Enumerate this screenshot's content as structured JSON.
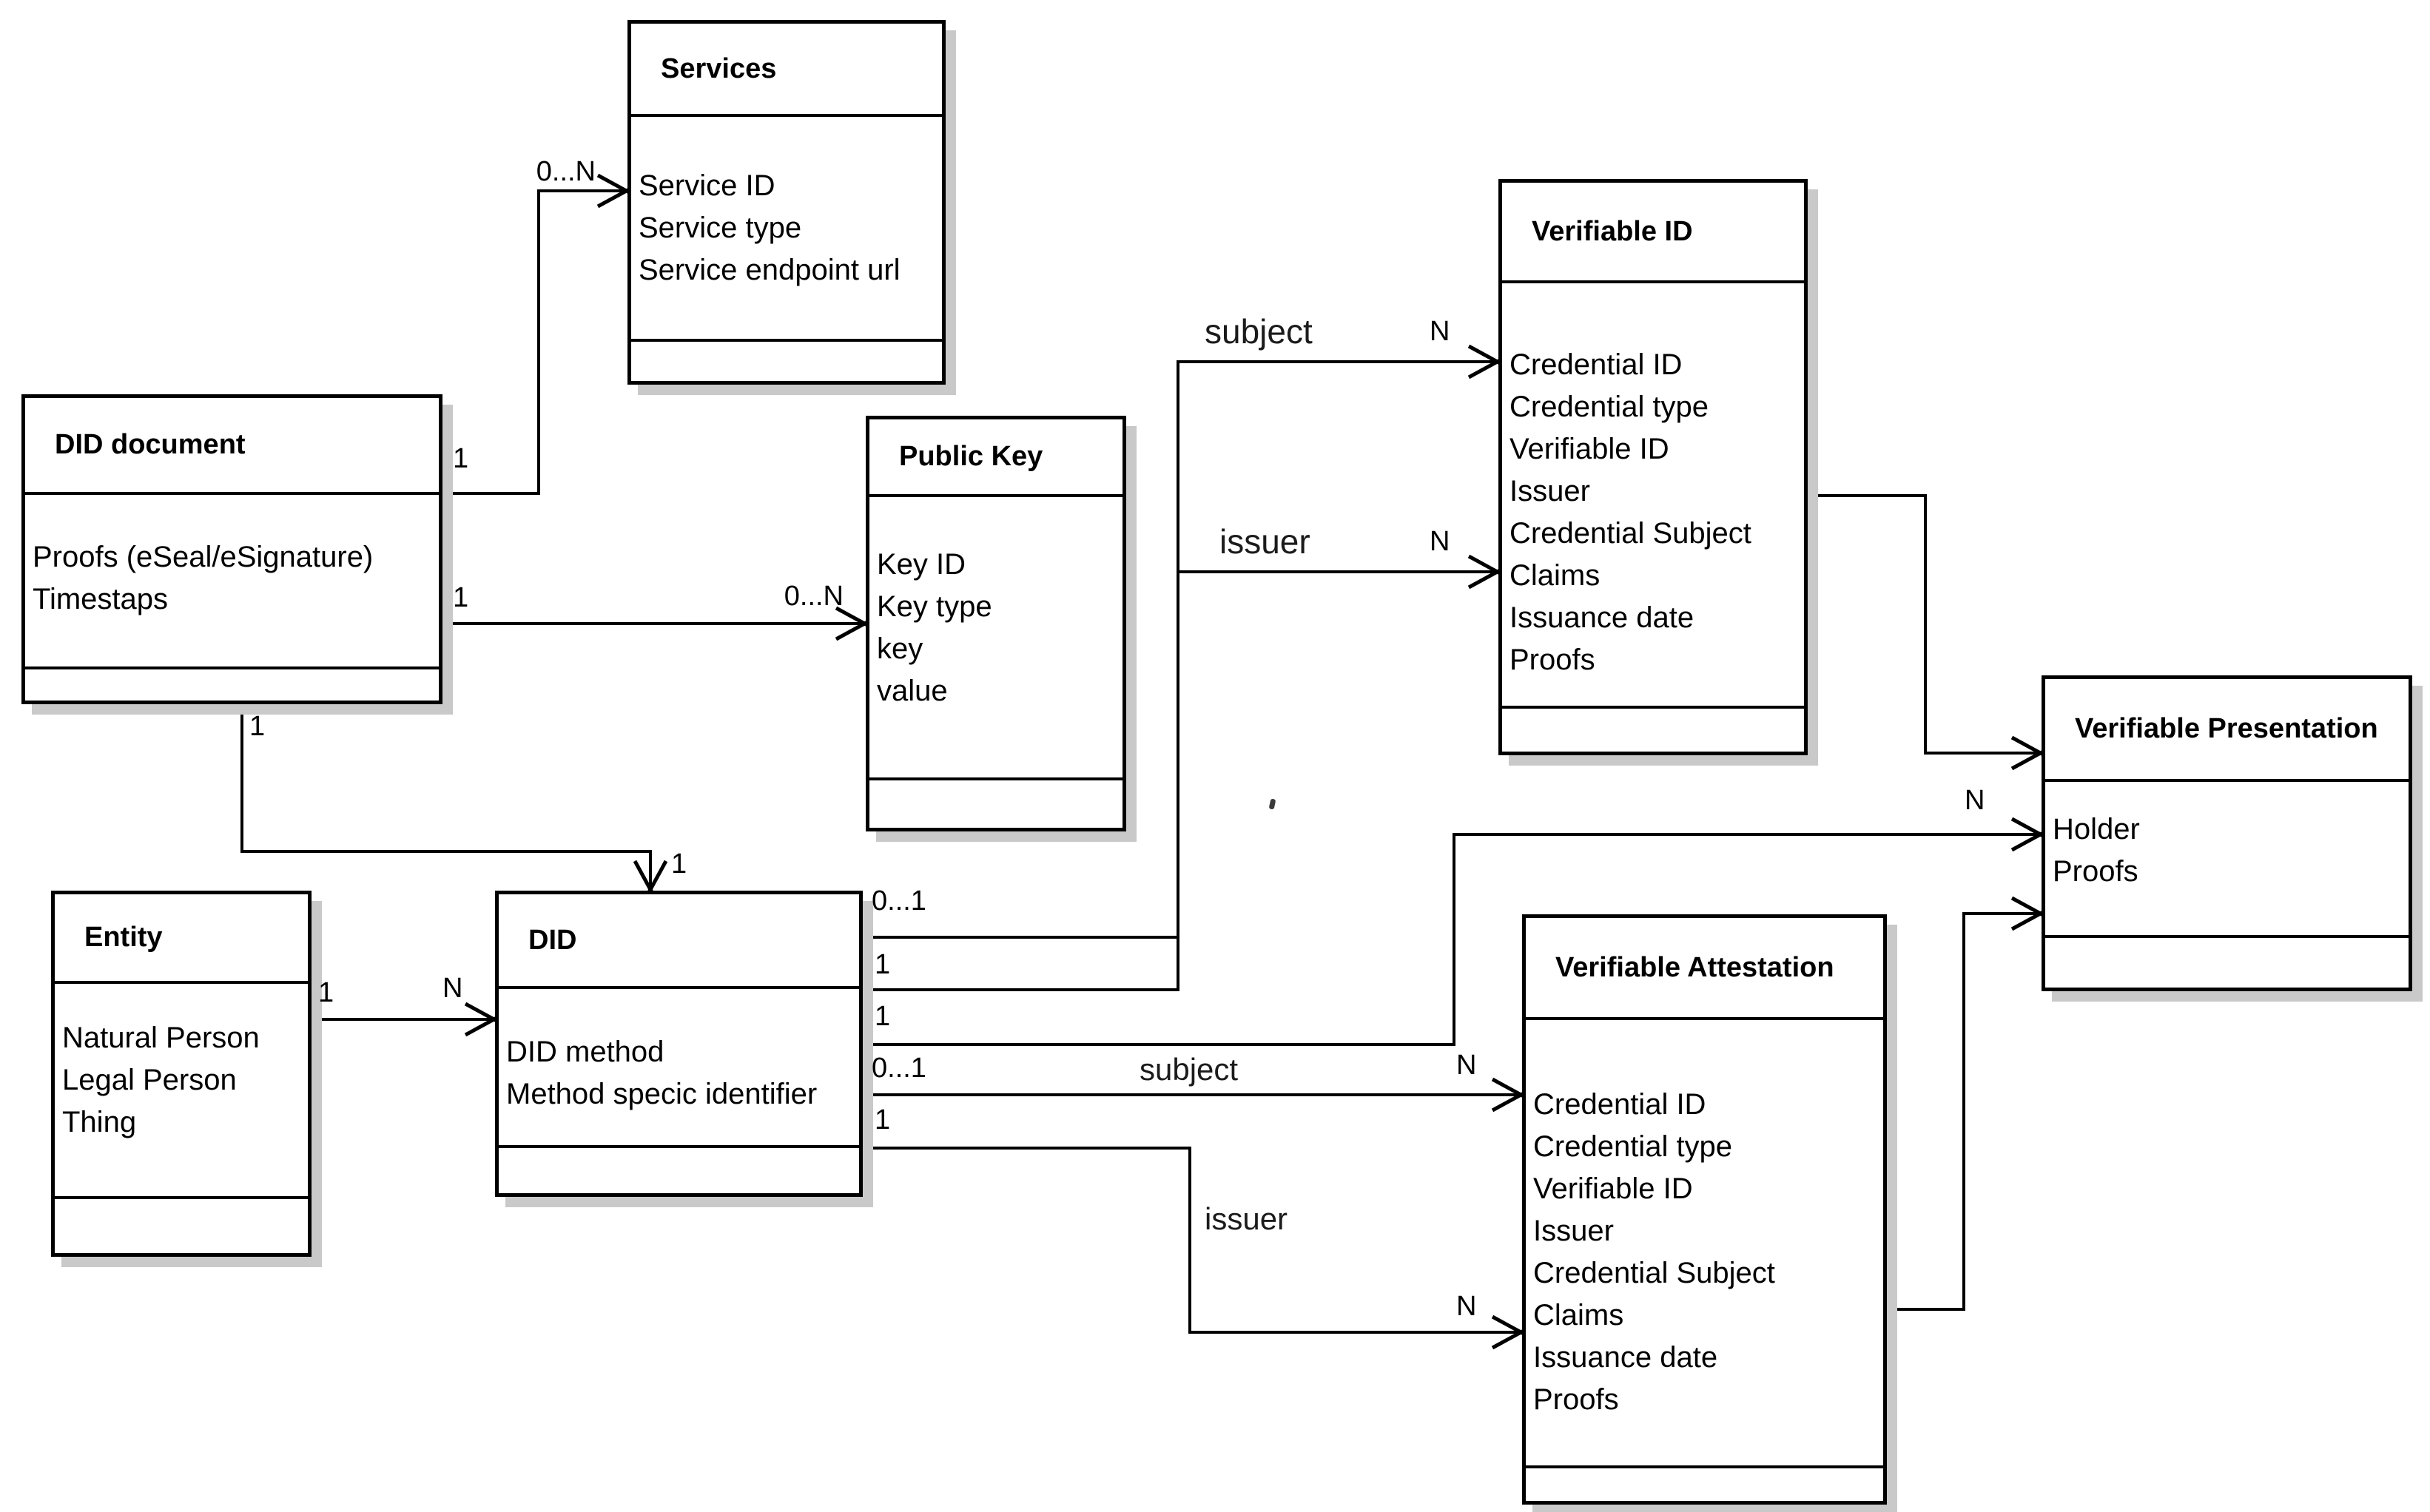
{
  "diagram": {
    "classes": {
      "services": {
        "title": "Services",
        "attributes": [
          "Service ID",
          "Service type",
          "Service endpoint url"
        ]
      },
      "did_document": {
        "title": "DID document",
        "attributes": [
          "Proofs (eSeal/eSignature)",
          "Timestaps"
        ]
      },
      "public_key": {
        "title": "Public Key",
        "attributes": [
          "Key ID",
          "Key type",
          "key",
          "value"
        ]
      },
      "verifiable_id": {
        "title": "Verifiable ID",
        "attributes": [
          "Credential ID",
          "Credential type",
          "Verifiable ID",
          "Issuer",
          "Credential Subject",
          "Claims",
          "Issuance date",
          "Proofs"
        ]
      },
      "verifiable_presentation": {
        "title": "Verifiable Presentation",
        "attributes": [
          "Holder",
          "Proofs"
        ]
      },
      "entity": {
        "title": "Entity",
        "attributes": [
          "Natural Person",
          "Legal Person",
          "Thing"
        ]
      },
      "did": {
        "title": "DID",
        "attributes": [
          "DID method",
          "Method specic identifier"
        ]
      },
      "verifiable_attestation": {
        "title": "Verifiable Attestation",
        "attributes": [
          "Credential ID",
          "Credential type",
          "Verifiable ID",
          "Issuer",
          "Credential Subject",
          "Claims",
          "Issuance date",
          "Proofs"
        ]
      }
    },
    "labels": {
      "diddoc_services_src": "1",
      "diddoc_services_tgt": "0...N",
      "diddoc_publickey_src": "1",
      "diddoc_publickey_tgt": "0...N",
      "diddoc_did_src": "1",
      "diddoc_did_tgt": "1",
      "entity_did_src": "1",
      "entity_did_tgt": "N",
      "did_line_a": "0...1",
      "did_line_b": "1",
      "did_line_c": "1",
      "did_line_d": "0...1",
      "did_line_e": "1",
      "vid_subject": "subject",
      "vid_subject_n": "N",
      "vid_issuer": "issuer",
      "vid_issuer_n": "N",
      "va_subject": "subject",
      "va_subject_n": "N",
      "va_issuer": "issuer",
      "va_issuer_n": "N",
      "vp_holder_n": "N"
    },
    "colors": {
      "line": "#000000",
      "shadow": "#c9c9c9",
      "background": "#ffffff",
      "text": "#000000"
    }
  }
}
